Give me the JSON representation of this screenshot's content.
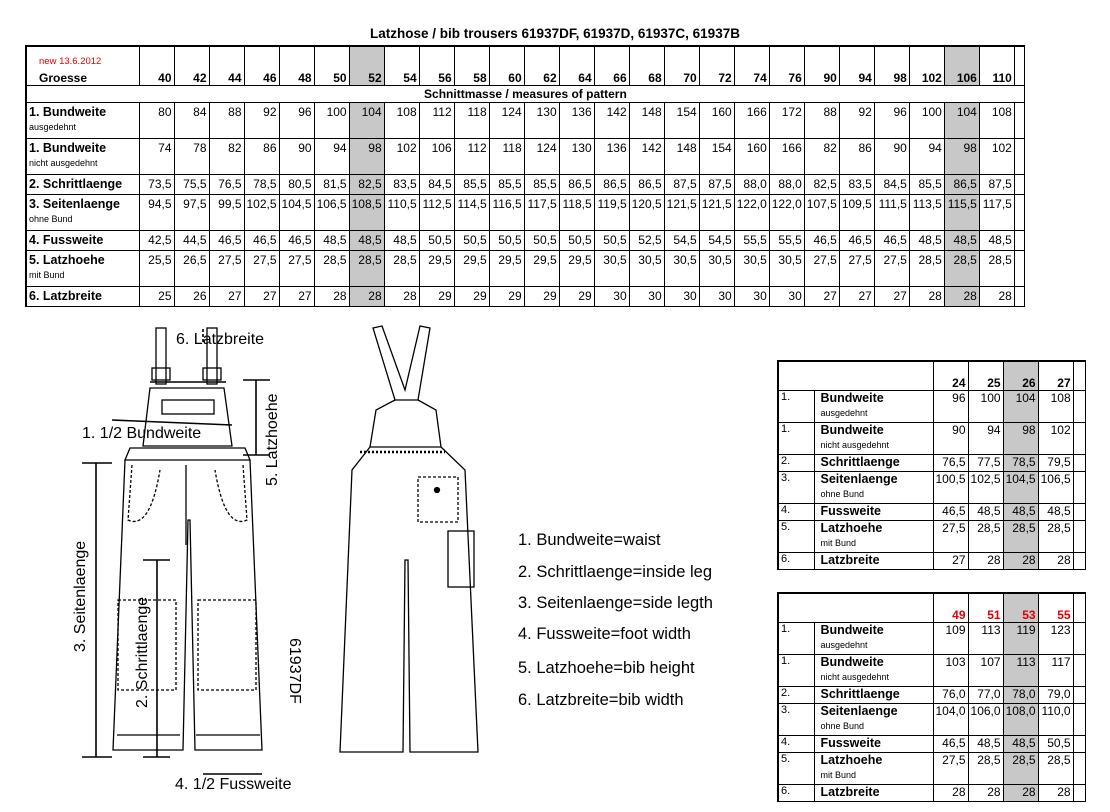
{
  "title": "Latzhose / bib trousers 61937DF, 61937D,  61937C, 61937B",
  "main": {
    "note": "new 13.6.2012",
    "size_label": "Groesse",
    "sizes": [
      "40",
      "42",
      "44",
      "46",
      "48",
      "50",
      "52",
      "54",
      "56",
      "58",
      "60",
      "62",
      "64",
      "66",
      "68",
      "70",
      "72",
      "74",
      "76",
      "90",
      "94",
      "98",
      "102",
      "106",
      "110"
    ],
    "band": "Schnittmasse / measures of pattern",
    "highlight_columns": [
      "52",
      "106"
    ],
    "rows": [
      {
        "label": "1. Bundweite",
        "sub": "ausgedehnt",
        "values": [
          "80",
          "84",
          "88",
          "92",
          "96",
          "100",
          "104",
          "108",
          "112",
          "118",
          "124",
          "130",
          "136",
          "142",
          "148",
          "154",
          "160",
          "166",
          "172",
          "88",
          "92",
          "96",
          "100",
          "104",
          "108"
        ]
      },
      {
        "label": "1. Bundweite",
        "sub": "nicht ausgedehnt",
        "values": [
          "74",
          "78",
          "82",
          "86",
          "90",
          "94",
          "98",
          "102",
          "106",
          "112",
          "118",
          "124",
          "130",
          "136",
          "142",
          "148",
          "154",
          "160",
          "166",
          "82",
          "86",
          "90",
          "94",
          "98",
          "102"
        ]
      },
      {
        "label": "2. Schrittlaenge",
        "sub": "",
        "values": [
          "73,5",
          "75,5",
          "76,5",
          "78,5",
          "80,5",
          "81,5",
          "82,5",
          "83,5",
          "84,5",
          "85,5",
          "85,5",
          "85,5",
          "86,5",
          "86,5",
          "86,5",
          "87,5",
          "87,5",
          "88,0",
          "88,0",
          "82,5",
          "83,5",
          "84,5",
          "85,5",
          "86,5",
          "87,5"
        ]
      },
      {
        "label": "3. Seitenlaenge",
        "sub": "ohne Bund",
        "values": [
          "94,5",
          "97,5",
          "99,5",
          "102,5",
          "104,5",
          "106,5",
          "108,5",
          "110,5",
          "112,5",
          "114,5",
          "116,5",
          "117,5",
          "118,5",
          "119,5",
          "120,5",
          "121,5",
          "121,5",
          "122,0",
          "122,0",
          "107,5",
          "109,5",
          "111,5",
          "113,5",
          "115,5",
          "117,5"
        ]
      },
      {
        "label": "4. Fussweite",
        "sub": "",
        "values": [
          "42,5",
          "44,5",
          "46,5",
          "46,5",
          "46,5",
          "48,5",
          "48,5",
          "48,5",
          "50,5",
          "50,5",
          "50,5",
          "50,5",
          "50,5",
          "50,5",
          "52,5",
          "54,5",
          "54,5",
          "55,5",
          "55,5",
          "46,5",
          "46,5",
          "46,5",
          "48,5",
          "48,5",
          "48,5"
        ]
      },
      {
        "label": "5. Latzhoehe",
        "sub": "mit Bund",
        "values": [
          "25,5",
          "26,5",
          "27,5",
          "27,5",
          "27,5",
          "28,5",
          "28,5",
          "28,5",
          "29,5",
          "29,5",
          "29,5",
          "29,5",
          "29,5",
          "30,5",
          "30,5",
          "30,5",
          "30,5",
          "30,5",
          "30,5",
          "27,5",
          "27,5",
          "27,5",
          "28,5",
          "28,5",
          "28,5"
        ]
      },
      {
        "label": "6. Latzbreite",
        "sub": "",
        "values": [
          "25",
          "26",
          "27",
          "27",
          "27",
          "28",
          "28",
          "28",
          "29",
          "29",
          "29",
          "29",
          "29",
          "30",
          "30",
          "30",
          "30",
          "30",
          "30",
          "27",
          "27",
          "27",
          "28",
          "28",
          "28"
        ]
      }
    ]
  },
  "table2": {
    "sizes": [
      "24",
      "25",
      "26",
      "27"
    ],
    "highlight_column": "26",
    "size_color": "#000000",
    "rows": [
      {
        "idx": "1.",
        "label": "Bundweite",
        "sub": "ausgedehnt",
        "values": [
          "96",
          "100",
          "104",
          "108"
        ]
      },
      {
        "idx": "1.",
        "label": "Bundweite",
        "sub": "nicht ausgedehnt",
        "values": [
          "90",
          "94",
          "98",
          "102"
        ]
      },
      {
        "idx": "2.",
        "label": "Schrittlaenge",
        "sub": "",
        "values": [
          "76,5",
          "77,5",
          "78,5",
          "79,5"
        ]
      },
      {
        "idx": "3.",
        "label": "Seitenlaenge",
        "sub": "ohne Bund",
        "values": [
          "100,5",
          "102,5",
          "104,5",
          "106,5"
        ]
      },
      {
        "idx": "4.",
        "label": "Fussweite",
        "sub": "",
        "values": [
          "46,5",
          "48,5",
          "48,5",
          "48,5"
        ]
      },
      {
        "idx": "5.",
        "label": "Latzhoehe",
        "sub": "mit Bund",
        "values": [
          "27,5",
          "28,5",
          "28,5",
          "28,5"
        ]
      },
      {
        "idx": "6.",
        "label": "Latzbreite",
        "sub": "",
        "values": [
          "27",
          "28",
          "28",
          "28"
        ]
      }
    ]
  },
  "table3": {
    "sizes": [
      "49",
      "51",
      "53",
      "55"
    ],
    "highlight_column": "53",
    "size_color": "#e00000",
    "rows": [
      {
        "idx": "1.",
        "label": "Bundweite",
        "sub": "ausgedehnt",
        "values": [
          "109",
          "113",
          "119",
          "123"
        ]
      },
      {
        "idx": "1.",
        "label": "Bundweite",
        "sub": "nicht ausgedehnt",
        "values": [
          "103",
          "107",
          "113",
          "117"
        ]
      },
      {
        "idx": "2.",
        "label": "Schrittlaenge",
        "sub": "",
        "values": [
          "76,0",
          "77,0",
          "78,0",
          "79,0"
        ]
      },
      {
        "idx": "3.",
        "label": "Seitenlaenge",
        "sub": "ohne Bund",
        "values": [
          "104,0",
          "106,0",
          "108,0",
          "110,0"
        ]
      },
      {
        "idx": "4.",
        "label": "Fussweite",
        "sub": "",
        "values": [
          "46,5",
          "48,5",
          "48,5",
          "50,5"
        ]
      },
      {
        "idx": "5.",
        "label": "Latzhoehe",
        "sub": "mit Bund",
        "values": [
          "27,5",
          "28,5",
          "28,5",
          "28,5"
        ]
      },
      {
        "idx": "6.",
        "label": "Latzbreite",
        "sub": "",
        "values": [
          "28",
          "28",
          "28",
          "28"
        ]
      }
    ]
  },
  "legend": [
    "1. Bundweite=waist",
    "2. Schrittlaenge=inside leg",
    "3. Seitenlaenge=side legth",
    "4. Fussweite=foot width",
    "5. Latzhoehe=bib height",
    "6. Latzbreite=bib width"
  ],
  "drawing_labels": {
    "latzbreite": "6. Latzbreite",
    "bundweite": "1. 1/2 Bundweite",
    "latzhoehe": "5. Latzhoehe",
    "seitenlaenge": "3. Seitenlaenge",
    "schrittlaenge": "2. Schrittlaenge",
    "fussweite": "4. 1/2 Fussweite",
    "model": "61937DF"
  }
}
